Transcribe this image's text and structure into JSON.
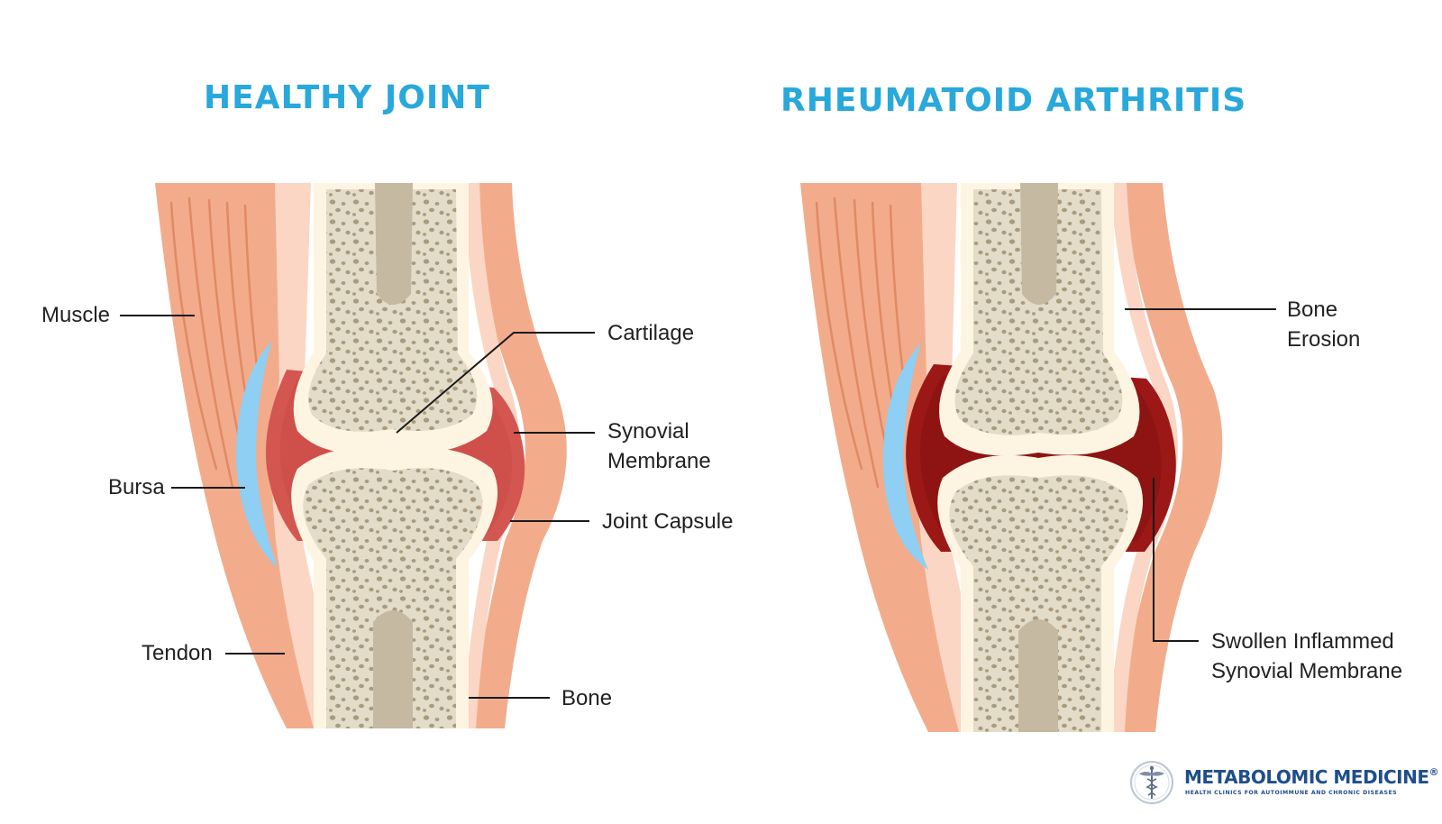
{
  "healthy": {
    "title": "HEALTHY JOINT",
    "labels": {
      "muscle": "Muscle",
      "bursa": "Bursa",
      "tendon": "Tendon",
      "cartilage": "Cartilage",
      "synovial_line1": "Synovial",
      "synovial_line2": "Membrane",
      "joint_capsule": "Joint Capsule",
      "bone": "Bone"
    }
  },
  "arthritis": {
    "title": "RHEUMATOID ARTHRITIS",
    "labels": {
      "erosion_line1": "Bone",
      "erosion_line2": "Erosion",
      "swollen_line1": "Swollen Inflammed",
      "swollen_line2": "Synovial Membrane"
    }
  },
  "logo": {
    "name": "METABOLOMIC MEDICINE",
    "registered": "®",
    "tagline": "HEALTH CLINICS FOR AUTOIMMUNE AND CHRONIC DISEASES"
  },
  "colors": {
    "title": "#29a8dc",
    "muscle": "#f2ac8c",
    "muscle_fiber": "#e08a64",
    "tendon": "#fbd6c4",
    "bone_shell": "#fdf5e2",
    "bone_spongy": "#e3dcc8",
    "bone_pore": "#a99b7f",
    "marrow": "#c5b9a1",
    "bursa": "#8ecff3",
    "synovial_healthy": "#d45650",
    "synovial_inflamed": "#9b1817",
    "logo": "#1f4e8c"
  }
}
